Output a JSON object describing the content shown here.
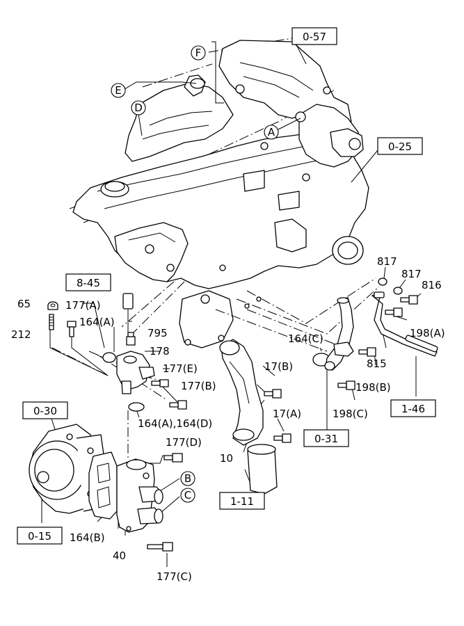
{
  "refs": {
    "r057": "0-57",
    "r025": "0-25",
    "r845": "8-45",
    "r030": "0-30",
    "r015": "0-15",
    "r031": "0-31",
    "r146": "1-46",
    "r111": "1-11"
  },
  "markers": {
    "A": "A",
    "B": "B",
    "C": "C",
    "D": "D",
    "E": "E",
    "F": "F"
  },
  "parts": {
    "p65": "65",
    "p212": "212",
    "p177a": "177(A)",
    "p164a": "164(A)",
    "p795": "795",
    "p178": "178",
    "p177e": "177(E)",
    "p177b": "177(B)",
    "p164ad": "164(A),164(D)",
    "p177d": "177(D)",
    "p164b": "164(B)",
    "p40": "40",
    "p177c": "177(C)",
    "p10": "10",
    "p17b": "17(B)",
    "p17a": "17(A)",
    "p164c": "164(C)",
    "p198b": "198(B)",
    "p198c": "198(C)",
    "p815": "815",
    "p198a": "198(A)",
    "p817a": "817",
    "p817b": "817",
    "p816": "816"
  }
}
